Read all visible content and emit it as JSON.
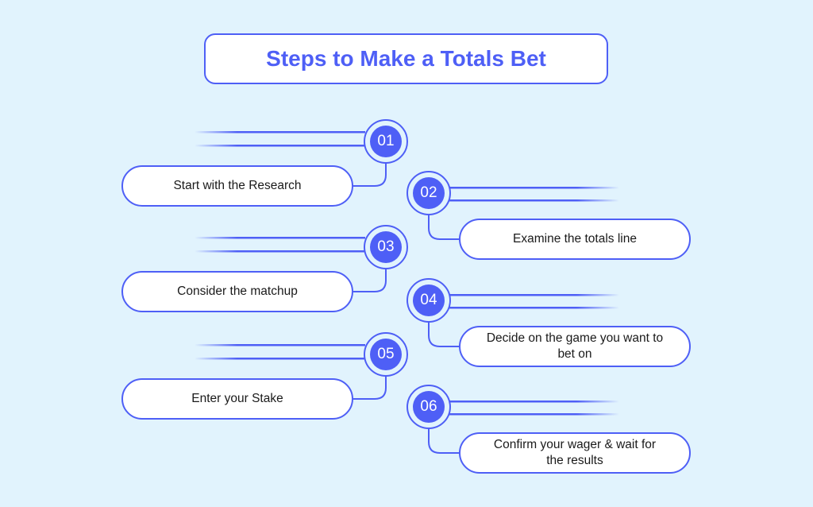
{
  "title": "Steps to Make a Totals Bet",
  "colors": {
    "accent": "#4e5ff6",
    "background": "#e1f3fd"
  },
  "steps": [
    {
      "number": "01",
      "label": "Start with the Research"
    },
    {
      "number": "02",
      "label": "Examine the totals line"
    },
    {
      "number": "03",
      "label": "Consider the matchup"
    },
    {
      "number": "04",
      "label": "Decide on the game you want to bet on"
    },
    {
      "number": "05",
      "label": "Enter your Stake"
    },
    {
      "number": "06",
      "label": "Confirm your wager & wait for the results"
    }
  ]
}
